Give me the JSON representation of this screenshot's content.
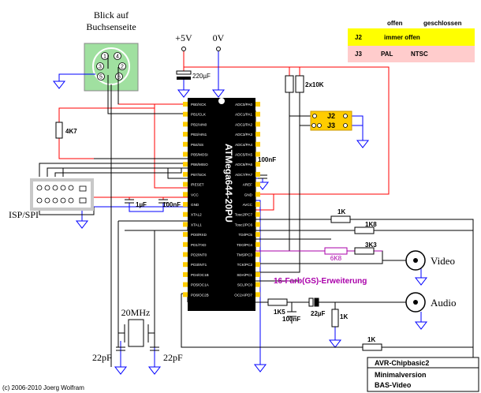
{
  "connector_title": [
    "Blick auf",
    "Buchsenseite"
  ],
  "din_pins": [
    "1",
    "2",
    "3",
    "4",
    "5",
    "6"
  ],
  "supply": {
    "vcc": "+5V",
    "gnd": "0V"
  },
  "caps": {
    "c220": "220µF",
    "c100a": "100nF",
    "c1u": "1µF",
    "c100b": "100nF",
    "c100c": "100nF",
    "c22a": "22pF",
    "c22b": "22pF",
    "c22u": "22µF"
  },
  "resistors": {
    "r4k7": "4K7",
    "r2x10k": "2x10K",
    "r1k_a": "1K",
    "r1k8": "1K8",
    "r6k8": "6K8",
    "r3k3": "3K3",
    "r1k5": "1K5",
    "r1k_b": "1K",
    "r1k_c": "1K"
  },
  "crystal": "20MHz",
  "isp_label": "ISP/SPI",
  "chip": {
    "name": "ATMega644-20PU",
    "left_pins": [
      "PB0/XCK",
      "PB1/CLK",
      "PB2/AIN0",
      "PB3/AIN1",
      "PB4/SS",
      "PB5/MOSI",
      "PB6/MISO",
      "PB7/SCK",
      "/RESET",
      "VCC",
      "GND",
      "XTAL2",
      "XTAL1",
      "PD0/RXD",
      "PD1/TXD",
      "PD2/INT0",
      "PD3/INT1",
      "PD4/OC1B",
      "PD5/OC1A",
      "PD6/OC2B"
    ],
    "right_pins": [
      "ADC0/PA0",
      "ADC1/PA1",
      "ADC2/PA2",
      "ADC3/PA3",
      "ADC4/PA4",
      "ADC5/PA5",
      "ADC6/PA6",
      "ADC7/PA7",
      "AREF",
      "GND",
      "AVCC",
      "Tosc2/PC7",
      "Tosc1/PC6",
      "TDI/PC5",
      "TDO/PC4",
      "TMS/PC3",
      "TCK/PC2",
      "SDA/PC1",
      "SCL/PC0",
      "OC2A/PD7"
    ]
  },
  "jumpers": {
    "j2": "J2",
    "j3": "J3"
  },
  "jumper_table": {
    "col_open": "offen",
    "col_closed": "geschlossen",
    "j2_label": "J2",
    "j2_text": "immer offen",
    "j3_label": "J3",
    "j3_open": "PAL",
    "j3_closed": "NTSC",
    "j2_color": "#ffff00",
    "j3_color": "#ffcccc"
  },
  "extension_label": "16-Farb(GS)-Erweiterung",
  "outputs": {
    "video": "Video",
    "audio": "Audio"
  },
  "title_box": {
    "line1": "AVR-Chipbasic2",
    "line2": "Minimalversion",
    "line3": "BAS-Video"
  },
  "copyright": "(c) 2006-2010 Joerg Wolfram",
  "colors": {
    "wire": "#000000",
    "vcc": "#ff0000",
    "gnd": "#0000ff",
    "ext": "#aa00aa",
    "chip": "#000000",
    "pin": "#ffcc00",
    "din": "#a0e0a0",
    "isp": "#c8c8c8"
  }
}
